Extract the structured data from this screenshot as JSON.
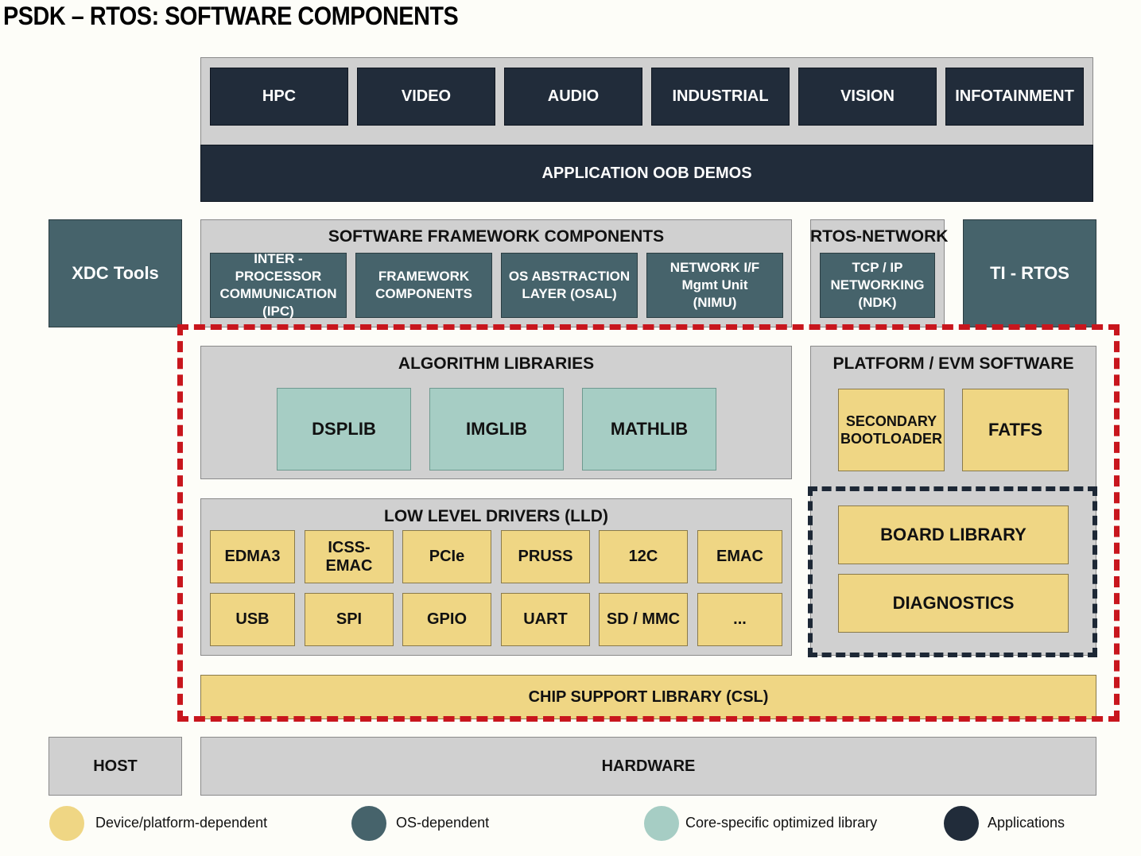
{
  "title": "PSDK – RTOS: SOFTWARE COMPONENTS",
  "apps": [
    "HPC",
    "VIDEO",
    "AUDIO",
    "INDUSTRIAL",
    "VISION",
    "INFOTAINMENT"
  ],
  "app_demos": "APPLICATION OOB DEMOS",
  "xdc_tools": "XDC Tools",
  "ti_rtos": "TI - RTOS",
  "framework": {
    "header": "SOFTWARE FRAMEWORK COMPONENTS",
    "items": [
      [
        "INTER - PROCESSOR",
        "COMMUNICATION",
        "(IPC)"
      ],
      [
        "FRAMEWORK",
        "COMPONENTS"
      ],
      [
        "OS ABSTRACTION",
        "LAYER (OSAL)"
      ],
      [
        "NETWORK I/F",
        "Mgmt Unit",
        "(NIMU)"
      ]
    ]
  },
  "rtos_network": {
    "header": "RTOS-NETWORK",
    "item": [
      "TCP / IP",
      "NETWORKING",
      "(NDK)"
    ]
  },
  "algorithms": {
    "header": "ALGORITHM LIBRARIES",
    "items": [
      "DSPLIB",
      "IMGLIB",
      "MATHLIB"
    ]
  },
  "platform": {
    "header": "PLATFORM / EVM SOFTWARE",
    "secondary_bootloader": [
      "SECONDARY",
      "BOOTLOADER"
    ],
    "fatfs": "FATFS",
    "board_library": "BOARD LIBRARY",
    "diagnostics": "DIAGNOSTICS"
  },
  "lld": {
    "header": "LOW LEVEL DRIVERS (LLD)",
    "row1": [
      "EDMA3",
      "ICSS-EMAC",
      "PCIe",
      "PRUSS",
      "12C",
      "EMAC"
    ],
    "row2": [
      "USB",
      "SPI",
      "GPIO",
      "UART",
      "SD / MMC",
      "..."
    ]
  },
  "csl": "CHIP SUPPORT LIBRARY (CSL)",
  "host": "HOST",
  "hardware": "HARDWARE",
  "legend": [
    {
      "label": "Device/platform-dependent",
      "color": "#efd684"
    },
    {
      "label": "OS-dependent",
      "color": "#46636b"
    },
    {
      "label": "Core-specific optimized library",
      "color": "#a6cdc4"
    },
    {
      "label": "Applications",
      "color": "#212c3a"
    }
  ]
}
